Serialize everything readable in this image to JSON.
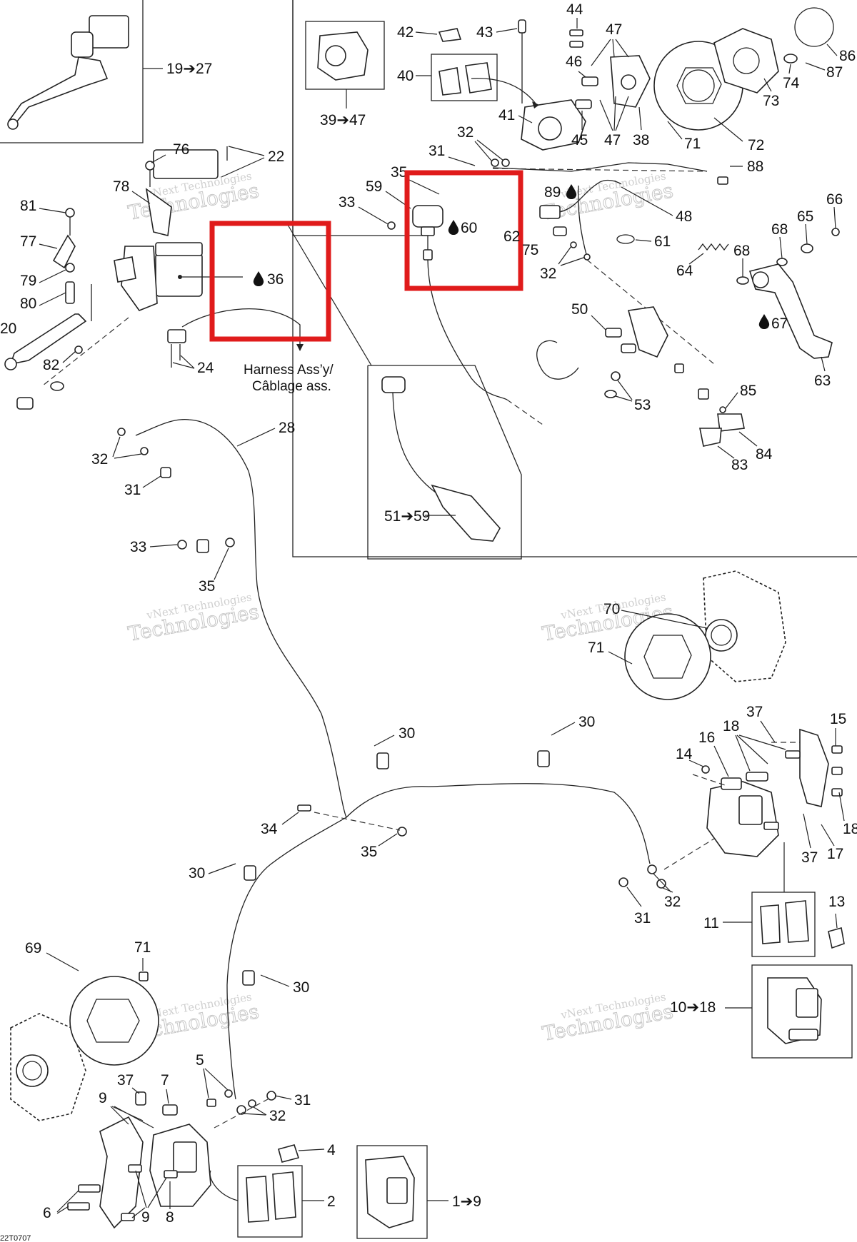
{
  "diagram": {
    "code": "22T0707",
    "labels": {
      "l86": "86",
      "l87": "87",
      "l74": "74",
      "l73": "73",
      "l72": "72",
      "l71a": "71",
      "l88": "88",
      "l44": "44",
      "l47a": "47",
      "l46": "46",
      "l47b": "47",
      "l45": "45",
      "l38": "38",
      "l43": "43",
      "l42": "42",
      "l40": "40",
      "l41": "41",
      "l39_47": "39➔47",
      "l32a": "32",
      "l31a": "31",
      "l35a": "35",
      "l59": "59",
      "l33a": "33",
      "l60": "60",
      "l62": "62",
      "l75": "75",
      "l89": "89",
      "l48": "48",
      "l61": "61",
      "l32b": "32",
      "l66": "66",
      "l65": "65",
      "l68a": "68",
      "l68b": "68",
      "l64": "64",
      "l67": "67",
      "l63": "63",
      "l50": "50",
      "l53": "53",
      "l85": "85",
      "l84": "84",
      "l83": "83",
      "l51_59": "51➔59",
      "l19_27": "19➔27",
      "l76": "76",
      "l22": "22",
      "l78": "78",
      "l81": "81",
      "l77": "77",
      "l79": "79",
      "l80": "80",
      "l20": "20",
      "l82": "82",
      "l36": "36",
      "l24": "24",
      "l28": "28",
      "l32c": "32",
      "l31b": "31",
      "l33b": "33",
      "l35b": "35",
      "l70": "70",
      "l71b": "71",
      "l37a": "37",
      "l18a": "18",
      "l15": "15",
      "l16": "16",
      "l14": "14",
      "l18b": "18",
      "l37b": "37",
      "l17": "17",
      "l30a": "30",
      "l30b": "30",
      "l34": "34",
      "l35c": "35",
      "l30c": "30",
      "l31c": "31",
      "l32d": "32",
      "l11": "11",
      "l13": "13",
      "l10_18": "10➔18",
      "l69": "69",
      "l71c": "71",
      "l30d": "30",
      "l5": "5",
      "l7": "7",
      "l37c": "37",
      "l9a": "9",
      "l31d": "31",
      "l32e": "32",
      "l4": "4",
      "l2": "2",
      "l1_9": "1➔9",
      "l6": "6",
      "l9b": "9",
      "l8": "8"
    },
    "harness_note_line1": "Harness Ass’y/",
    "harness_note_line2": "Câblage ass.",
    "watermark_line1": "vNext Technologies",
    "watermark_line2": "Technologies",
    "highlight_color": "#e01b1b"
  }
}
